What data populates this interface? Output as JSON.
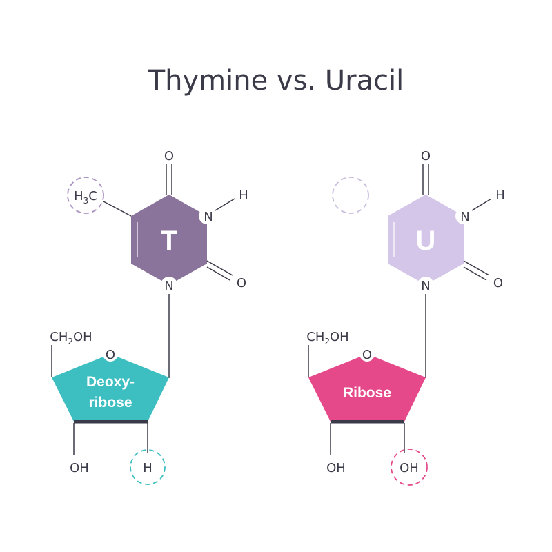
{
  "title": "Thymine vs. Uracil",
  "colors": {
    "thymine": "#8a749c",
    "uracil": "#d4c6e8",
    "deoxyribose": "#3dbec1",
    "ribose": "#e5498a",
    "line": "#3a3a48",
    "methyl_circle": "#a890c0",
    "empty_circle": "#c9bcdc",
    "h_circle": "#3dbec1",
    "oh_circle": "#e5498a"
  },
  "thymine": {
    "letter": "T",
    "oxygen_top": "O",
    "oxygen_right": "O",
    "nitrogen_top": "N",
    "hydrogen": "H",
    "nitrogen_bottom": "N",
    "methyl_group": {
      "h": "H",
      "sub": "3",
      "c": "C"
    },
    "sugar": {
      "line1": "Deoxy-",
      "line2": "ribose",
      "ring_oxygen": "O",
      "ch2oh": {
        "a": "CH",
        "sub": "2",
        "b": "OH"
      },
      "left_group": "OH",
      "right_group": "H"
    }
  },
  "uracil": {
    "letter": "U",
    "oxygen_top": "O",
    "oxygen_right": "O",
    "nitrogen_top": "N",
    "hydrogen": "H",
    "nitrogen_bottom": "N",
    "sugar": {
      "line1": "Ribose",
      "ring_oxygen": "O",
      "ch2oh": {
        "a": "CH",
        "sub": "2",
        "b": "OH"
      },
      "left_group": "OH",
      "right_group": "OH"
    }
  }
}
